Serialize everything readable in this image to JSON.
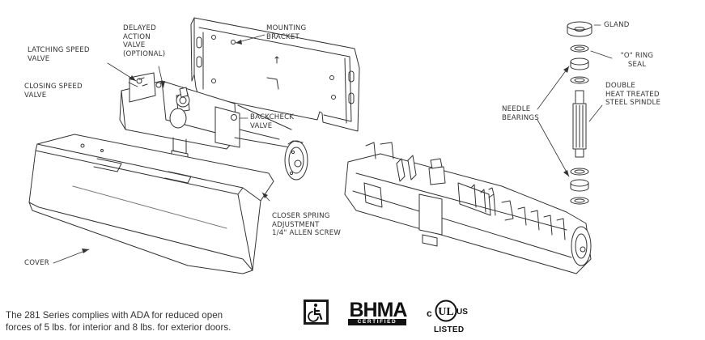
{
  "labels": {
    "latching_speed_valve": "LATCHING SPEED\nVALVE",
    "delayed_action_valve": "DELAYED\nACTION\nVALVE\n(OPTIONAL)",
    "mounting_bracket": "MOUNTING\nBRACKET",
    "closing_speed_valve": "CLOSING SPEED\nVALVE",
    "backcheck_valve": "BACKCHECK\nVALVE",
    "closer_spring_adjustment": "CLOSER SPRING\nADJUSTMENT\n1/4\" ALLEN SCREW",
    "cover": "COVER",
    "gland": "GLAND",
    "o_ring_seal": "\"O\" RING\nSEAL",
    "double_heat_treated_steel_spindle": "DOUBLE\nHEAT TREATED\nSTEEL SPINDLE",
    "needle_bearings": "NEEDLE\nBEARINGS"
  },
  "compliance_note": "The 281 Series complies with ADA for reduced open\nforces of 5 lbs. for interior and 8 lbs. for exterior doors.",
  "logos": {
    "accessibility_icon": "wheelchair-icon",
    "bhma_text": "BHMA",
    "bhma_certified": "CERTIFIED",
    "ul_c": "c",
    "ul_mark": "UL",
    "ul_us": "US",
    "ul_listed": "LISTED"
  },
  "colors": {
    "line": "#333333",
    "logo": "#111111",
    "background": "#ffffff"
  }
}
